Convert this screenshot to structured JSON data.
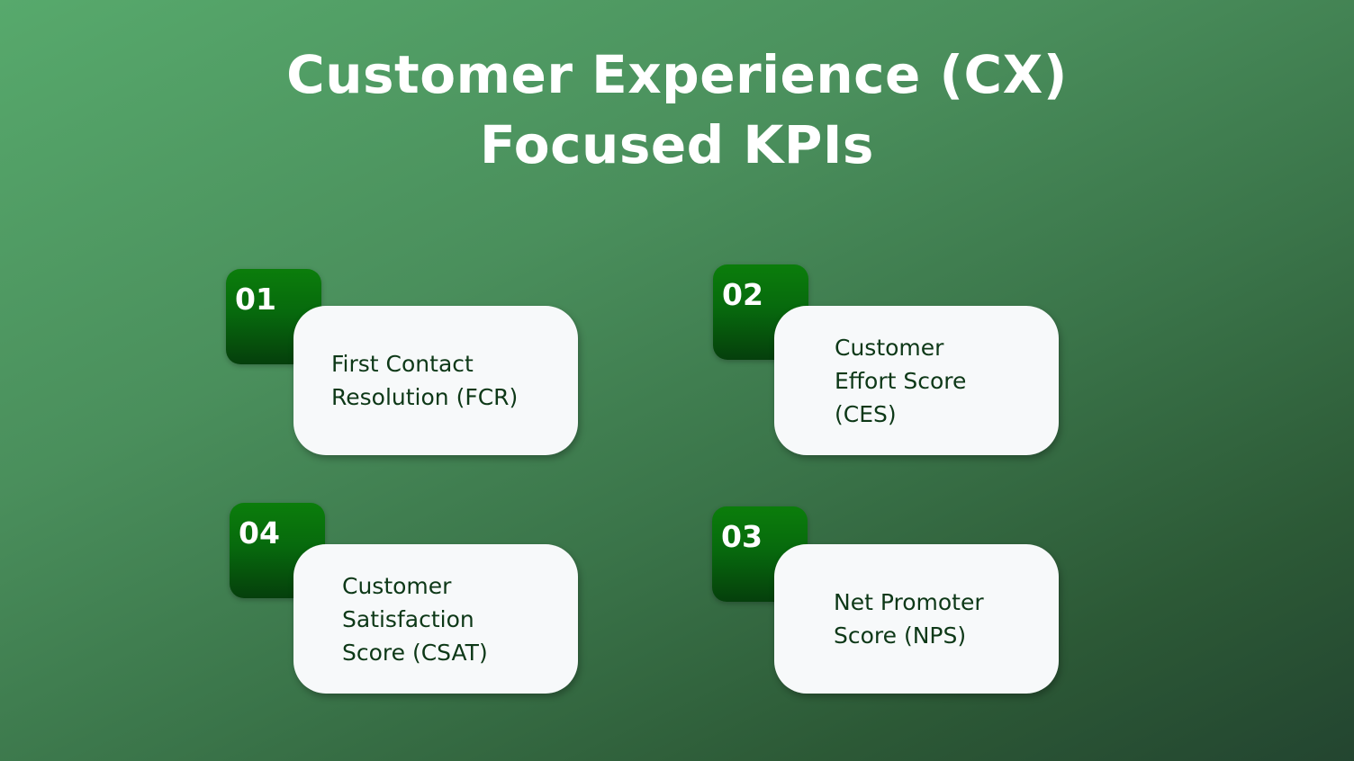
{
  "title": {
    "line1": "Customer Experience (CX)",
    "line2": "Focused KPIs"
  },
  "colors": {
    "background_start": "#57a96c",
    "background_end": "#234530",
    "badge_top": "#0b7d0b",
    "badge_bottom": "#053f0c",
    "card_bg": "#f7f9fa",
    "card_text": "#0d3817",
    "title_text": "#ffffff"
  },
  "kpis": [
    {
      "number": "01",
      "lines": [
        "First Contact",
        "Resolution (FCR)"
      ]
    },
    {
      "number": "02",
      "lines": [
        "Customer",
        "Effort Score",
        "(CES)"
      ]
    },
    {
      "number": "03",
      "lines": [
        "Net Promoter",
        "Score (NPS)"
      ]
    },
    {
      "number": "04",
      "lines": [
        "Customer",
        "Satisfaction",
        "Score (CSAT)"
      ]
    }
  ]
}
